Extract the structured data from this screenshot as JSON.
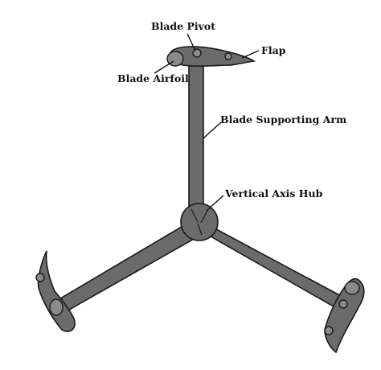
{
  "labels": {
    "blade_pivot": "Blade Pivot",
    "flap": "Flap",
    "blade_airfoil": "Blade Airfoil",
    "blade_supporting_arm": "Blade Supporting Arm",
    "vertical_axis_hub": "Vertical Axis Hub"
  },
  "colors": {
    "part_fill": "#6b6b6b",
    "outline": "#1a1a1a",
    "background": "#ffffff"
  }
}
